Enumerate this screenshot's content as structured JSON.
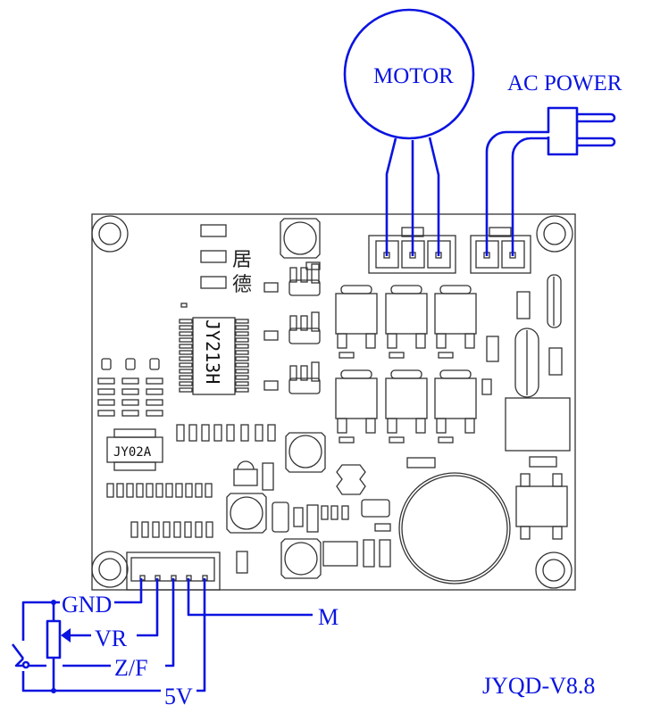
{
  "diagram": {
    "title": "JYQD-V8.8",
    "colors": {
      "wiring": "#0a14e0",
      "board_outline": "#333333"
    },
    "motor": {
      "label": "MOTOR",
      "wires": 3
    },
    "ac_power": {
      "label": "AC POWER",
      "wires": 2
    },
    "board": {
      "chip_main": "JY213H",
      "chip_secondary": "JY02A",
      "silkscreen_cjk_1": "居",
      "silkscreen_cjk_2": "德"
    },
    "control_connector": {
      "pins": 5,
      "signals": [
        {
          "label": "GND"
        },
        {
          "label": "VR"
        },
        {
          "label": "Z/F"
        },
        {
          "label": "M"
        },
        {
          "label": "5V"
        }
      ]
    },
    "icons": [
      "motor-circle",
      "ac-plug",
      "potentiometer",
      "switch"
    ]
  }
}
